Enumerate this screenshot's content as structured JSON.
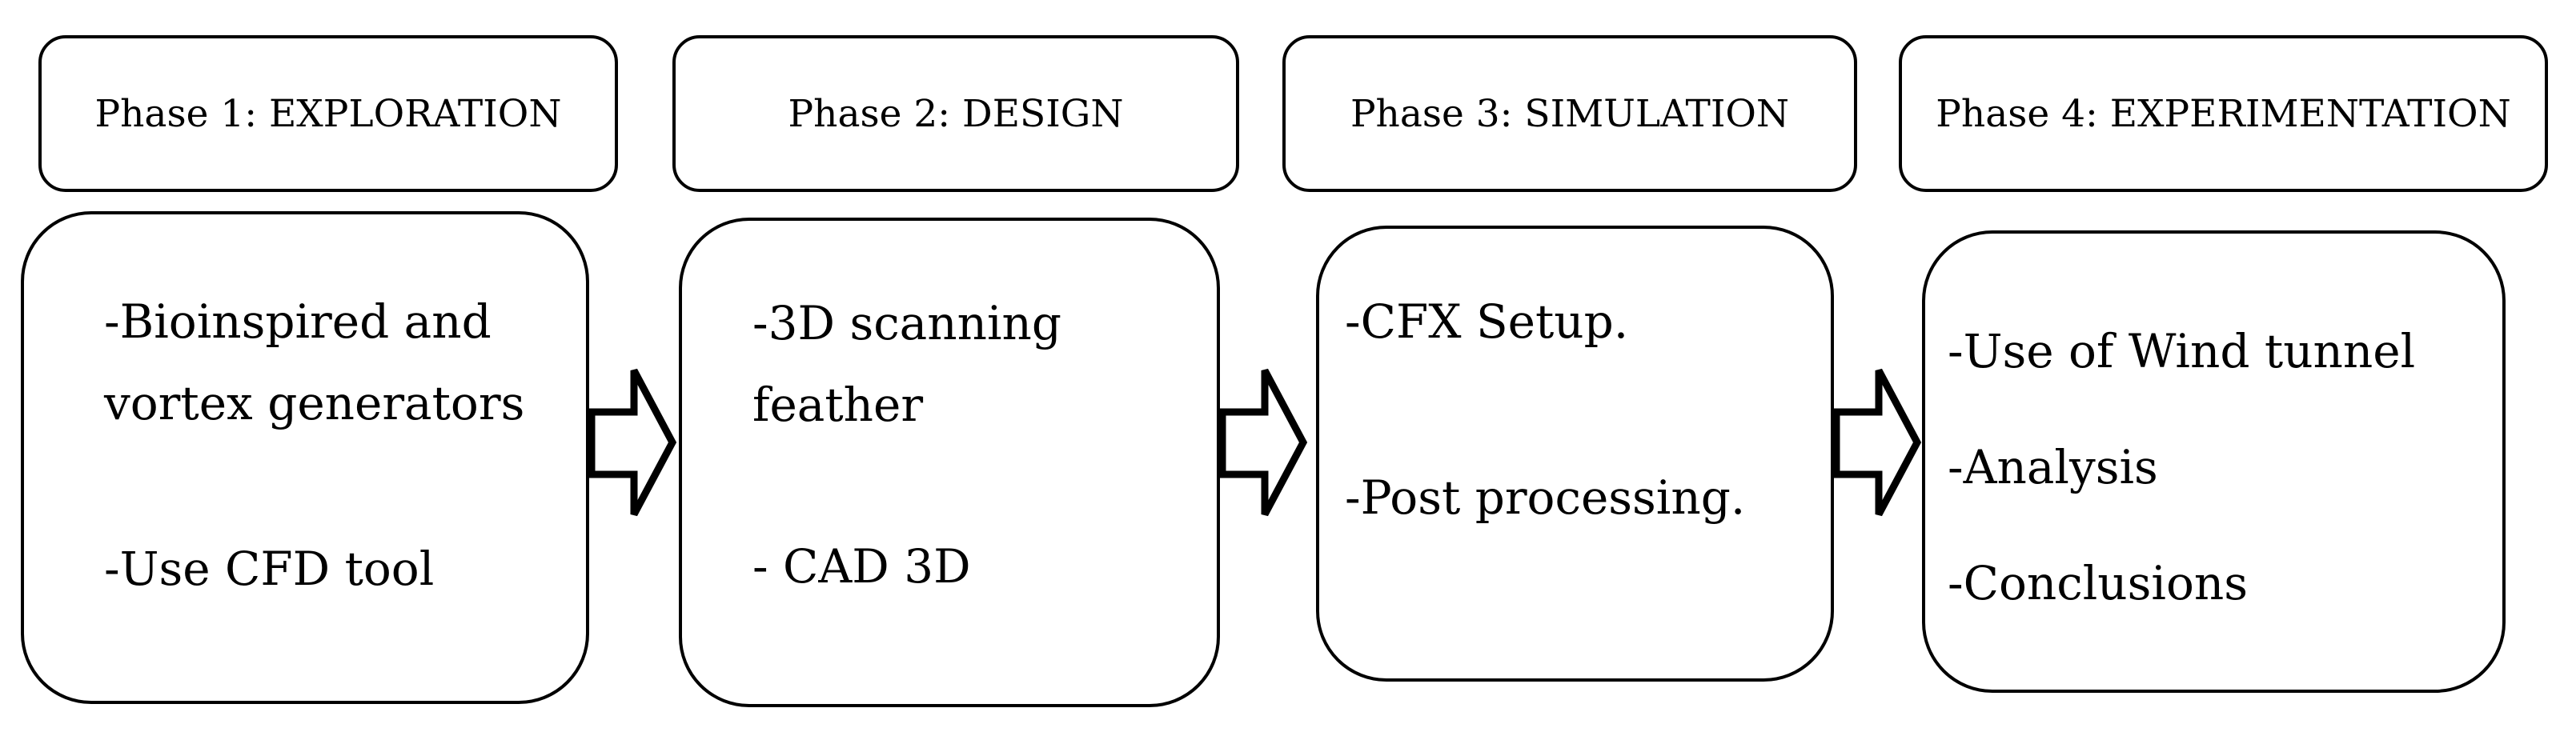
{
  "figure": {
    "type": "flowchart",
    "direction": "left-to-right",
    "colors": {
      "border": "#000000",
      "fill": "#ffffff",
      "text": "#000000"
    },
    "connector": "right-block-arrow",
    "phases": [
      {
        "header": "Phase 1: EXPLORATION",
        "items": [
          "-Bioinspired and vortex generators",
          "-Use CFD tool"
        ]
      },
      {
        "header": "Phase 2: DESIGN",
        "items": [
          "-3D scanning feather",
          "- CAD 3D"
        ]
      },
      {
        "header": "Phase 3: SIMULATION",
        "items": [
          "-CFX Setup.",
          "-Post processing."
        ]
      },
      {
        "header": "Phase 4: EXPERIMENTATION",
        "items": [
          "-Use of Wind tunnel",
          "-Analysis",
          "-Conclusions"
        ]
      }
    ]
  }
}
